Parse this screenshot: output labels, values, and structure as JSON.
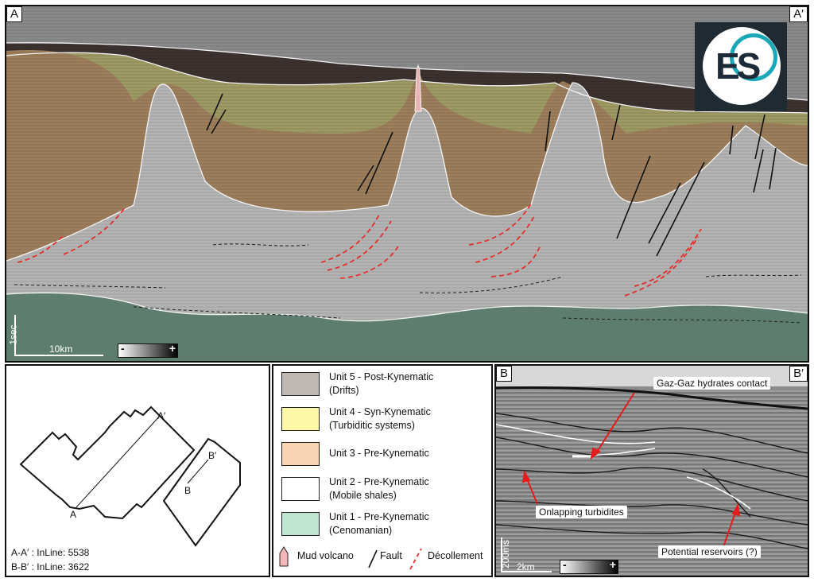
{
  "panel_a": {
    "label_left": "A",
    "label_right": "A′",
    "scale_time": "1sec",
    "scale_distance": "10km",
    "colorbar_minus": "-",
    "colorbar_plus": "+",
    "logo_text": "ES"
  },
  "map": {
    "label_a_top": "A′",
    "label_a": "A",
    "label_b_top": "B′",
    "label_b": "B",
    "caption_aa": "A-A′ : InLine: 5538",
    "caption_bb": "B-B′ : InLine: 3622"
  },
  "legend": {
    "units": [
      {
        "title": "Unit 5 - Post-Kynematic",
        "sub": "(Drifts)",
        "color": "#bfb8b3"
      },
      {
        "title": "Unit 4 - Syn-Kynematic",
        "sub": "(Turbiditic systems)",
        "color": "#fdf7a8"
      },
      {
        "title": "Unit 3 - Pre-Kynematic",
        "sub": "",
        "color": "#f7d4b2"
      },
      {
        "title": "Unit 2 - Pre-Kynematic",
        "sub": "(Mobile shales)",
        "color": "#ffffff"
      },
      {
        "title": "Unit 1 - Pre-Kynematic",
        "sub": "(Cenomanian)",
        "color": "#bfe5d1"
      }
    ],
    "mud_volcano": "Mud volcano",
    "fault": "Fault",
    "decollement": "Décollement"
  },
  "panel_b": {
    "label_left": "B",
    "label_right": "B′",
    "annotation_gas": "Gaz-Gaz hydrates contact",
    "annotation_onlap": "Onlapping turbidites",
    "annotation_reservoir": "Potential reservoirs (?)",
    "scale_time": "200ms",
    "scale_distance": "2km",
    "colorbar_minus": "-",
    "colorbar_plus": "+"
  }
}
